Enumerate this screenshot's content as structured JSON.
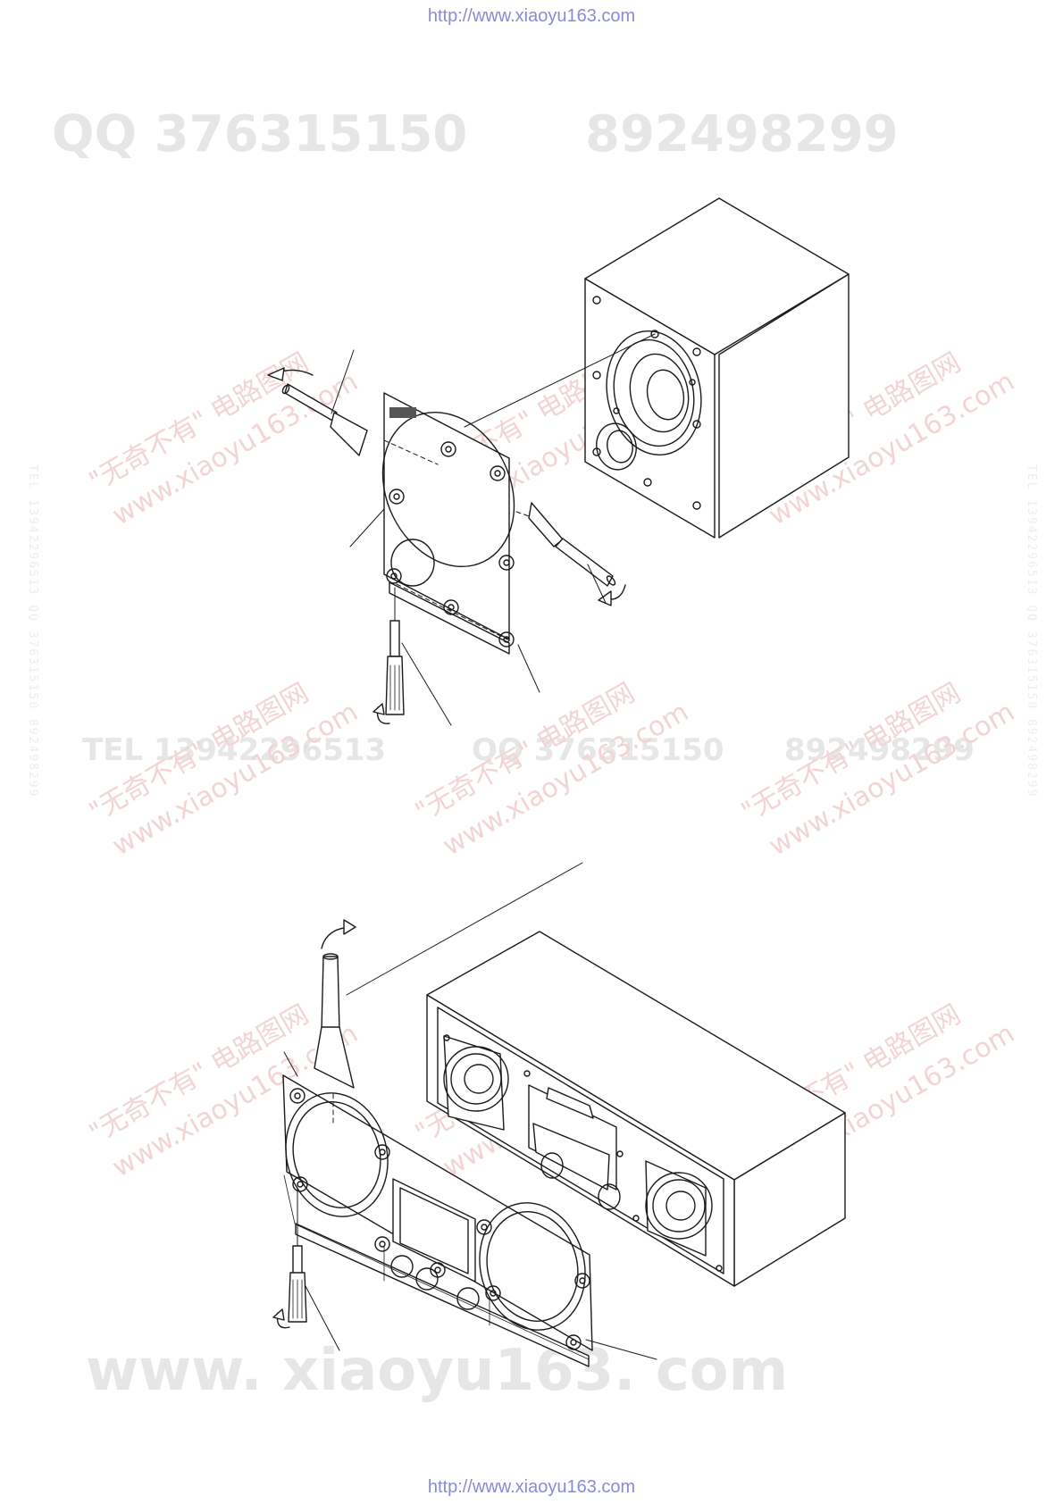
{
  "header": {
    "url": "http://www.xiaoyu163.com"
  },
  "footer": {
    "url": "http://www.xiaoyu163.com"
  },
  "watermarks": {
    "top_qq": "QQ 376315150",
    "top_num": "892498299",
    "mid_tel": "TEL 13942296513",
    "mid_qq": "QQ 376315150",
    "mid_num": "892498299",
    "bottom_site": "www. xiaoyu163. com",
    "cn_brand": "\"无奇不有\"  电路图网",
    "cn_site": "www.xiaoyu163.com",
    "side_left": "TEL 13942296513  QQ 376315150  892498299",
    "side_right": "TEL 13942296513  QQ 376315150  892498299"
  },
  "colors": {
    "line": "#1a1a1a",
    "watermark_gray": "#e6e6e6",
    "watermark_red": "#f2d4d4",
    "url_blue": "#8a8ad8"
  }
}
